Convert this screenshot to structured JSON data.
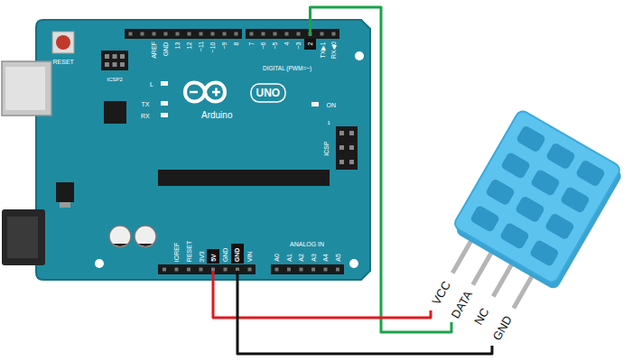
{
  "diagram": {
    "nodes": [
      {
        "text": [
          "RESET",
          "ICSP2",
          "AREF",
          "GND",
          "13",
          "12",
          "~11",
          "~10",
          "~9",
          "8",
          "7",
          "~6",
          "~5",
          "4",
          "~3",
          "2",
          "TX▶1",
          "RX◀0",
          "DIGITAL (PWM=~)",
          "L",
          "TX",
          "RX",
          "UNO",
          "Arduino",
          "ON",
          "1",
          "ICSP",
          "IOREF",
          "RESET",
          "3V3",
          "5V",
          "GND",
          "GND",
          "VIN",
          "ANALOG IN",
          "A0",
          "A1",
          "A2",
          "A3",
          "A4",
          "A5"
        ]
      }
    ],
    "labels": [
      "VCC",
      "DATA",
      "NC",
      "GND"
    ]
  }
}
